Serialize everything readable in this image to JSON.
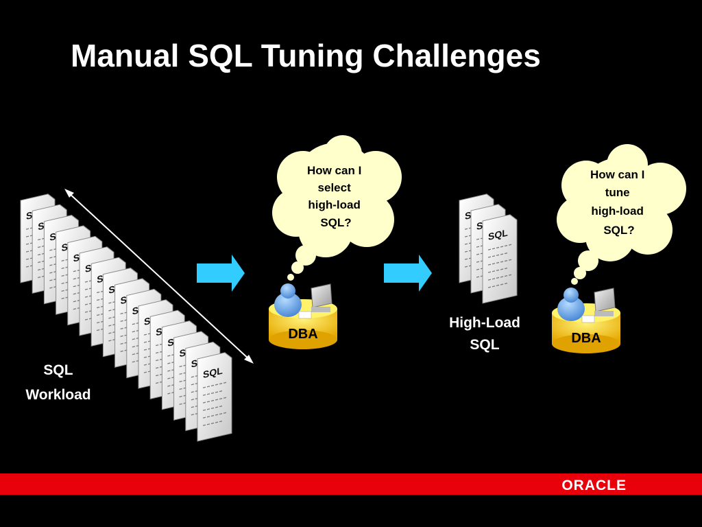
{
  "slide": {
    "title": "Manual SQL Tuning Challenges"
  },
  "workload": {
    "doc_label": "SQL",
    "label_line1": "SQL",
    "label_line2": "Workload",
    "doc_count": 16
  },
  "bubble1": {
    "lines": [
      "How can I",
      "select",
      "high-load",
      "SQL?"
    ]
  },
  "bubble2": {
    "lines": [
      "How can I",
      "tune",
      "high-load",
      "SQL?"
    ]
  },
  "dba1": {
    "label": "DBA"
  },
  "dba2": {
    "label": "DBA"
  },
  "highload": {
    "doc_label": "SQL",
    "label_line1": "High-Load",
    "label_line2": "SQL",
    "doc_count": 3
  },
  "footer": {
    "logo": "ORACLE"
  },
  "colors": {
    "arrow": "#33ccff",
    "cloud": "#ffffcc",
    "disk": "#ffcc00",
    "footer": "#e8000a"
  }
}
